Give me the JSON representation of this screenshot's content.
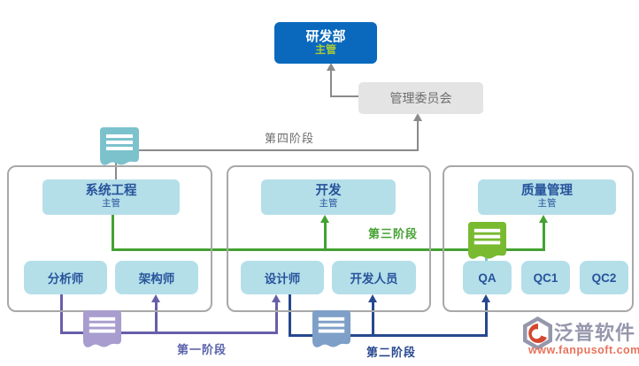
{
  "colors": {
    "brand-blue": "#0a69bd",
    "lime": "#a9c93a",
    "cyan-box": "#b4dfe9",
    "navy-text": "#27539b",
    "gray-box": "#e4e4e4",
    "gray-text": "#6d6d6d",
    "gray-line": "#8a8a8a",
    "group-border": "#a8a8a8",
    "green": "#44a132",
    "green-icon": "#79ba30",
    "teal-icon": "#7cc2cd",
    "purple-line": "#675ea9",
    "purple-text": "#5a62ab",
    "purple-icon": "#a89dce",
    "blue-line": "#26488f",
    "blue-icon": "#7e9fc7",
    "logo-gray": "#9597ac",
    "logo-red": "#e8735c"
  },
  "root": {
    "title": "研发部",
    "subtitle": "主管"
  },
  "committee": {
    "label": "管理委员会"
  },
  "phases": {
    "p1": {
      "label": "第一阶段"
    },
    "p2": {
      "label": "第二阶段"
    },
    "p3": {
      "label": "第三阶段"
    },
    "p4": {
      "label": "第四阶段"
    }
  },
  "groups": [
    {
      "lead": {
        "title": "系统工程",
        "subtitle": "主管"
      },
      "members": [
        "分析师",
        "架构师"
      ]
    },
    {
      "lead": {
        "title": "开发",
        "subtitle": "主管"
      },
      "members": [
        "设计师",
        "开发人员"
      ]
    },
    {
      "lead": {
        "title": "质量管理",
        "subtitle": "主管"
      },
      "members": [
        "QA",
        "QC1",
        "QC2"
      ]
    }
  ],
  "logo": {
    "name": "泛普软件",
    "url": "www.fanpusoft.com"
  }
}
